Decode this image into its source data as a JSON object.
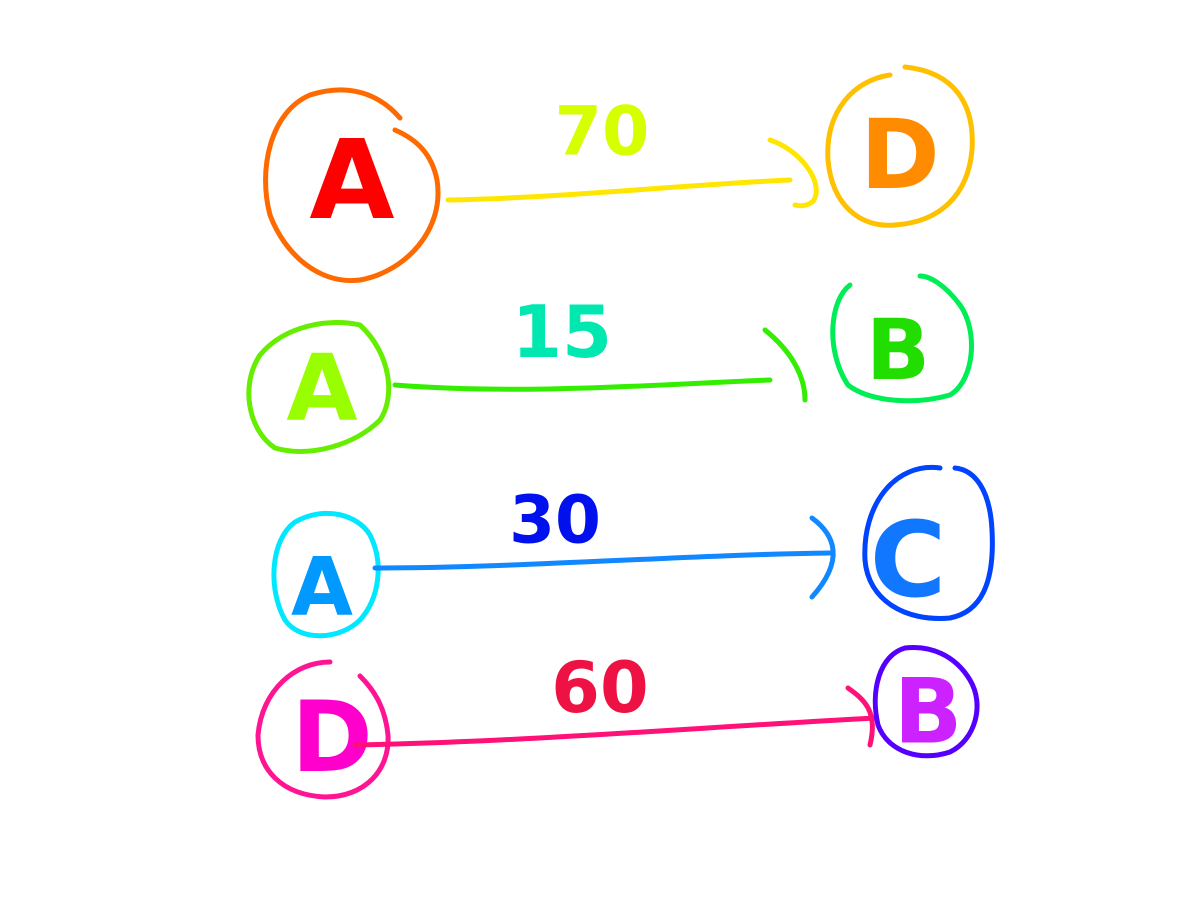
{
  "edges": [
    {
      "from": "A",
      "to": "D",
      "weight": "70",
      "from_color": "#ff6a00",
      "from_text_color": "#ff0000",
      "to_color": "#ffc000",
      "to_text_color": "#ff8c00",
      "line_color": "#ffe600",
      "weight_color": "#d6ff00"
    },
    {
      "from": "A",
      "to": "B",
      "weight": "15",
      "from_color": "#66ee00",
      "from_text_color": "#99ff00",
      "to_color": "#00ee55",
      "to_text_color": "#22dd00",
      "line_color": "#33ee00",
      "weight_color": "#00e8b0"
    },
    {
      "from": "A",
      "to": "C",
      "weight": "30",
      "from_color": "#00e8ff",
      "from_text_color": "#0099ff",
      "to_color": "#0044ff",
      "to_text_color": "#1177ff",
      "line_color": "#1188ff",
      "weight_color": "#0011ee"
    },
    {
      "from": "D",
      "to": "B",
      "weight": "60",
      "from_color": "#ff1493",
      "from_text_color": "#ff00cc",
      "to_color": "#5500ff",
      "to_text_color": "#cc22ff",
      "line_color": "#ff1177",
      "weight_color": "#ee1144"
    }
  ]
}
